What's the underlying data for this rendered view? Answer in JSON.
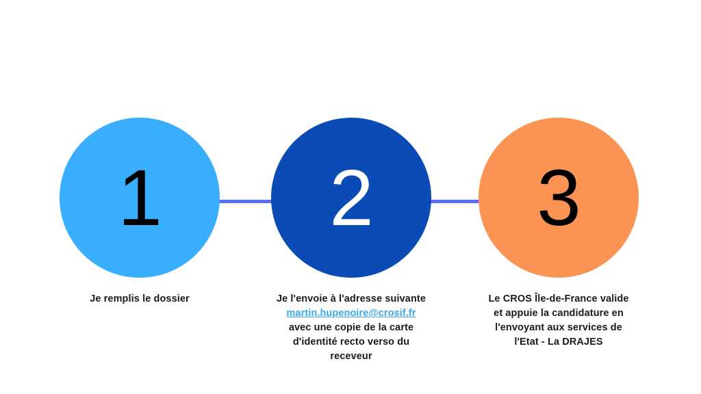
{
  "diagram": {
    "type": "process-steps",
    "background_color": "#ffffff",
    "connector_color": "#5b6bf5",
    "steps": [
      {
        "number": "1",
        "circle_color": "#38aefd",
        "number_color": "#000000",
        "caption_lines": [
          "Je remplis le dossier"
        ],
        "link": null
      },
      {
        "number": "2",
        "circle_color": "#0b4bb5",
        "number_color": "#ffffff",
        "caption_lines": [
          "Je l'envoie à l'adresse suivante",
          "avec une copie de la carte",
          "d'identité recto verso du",
          "receveur"
        ],
        "link": "martin.hupenoire@crosif.fr",
        "link_color": "#38a8e8"
      },
      {
        "number": "3",
        "circle_color": "#fb9355",
        "number_color": "#000000",
        "caption_lines": [
          "Le CROS Île-de-France valide",
          "et appuie la candidature en",
          "l'envoyant aux services de",
          "l'Etat - La DRAJES"
        ],
        "link": null
      }
    ]
  }
}
